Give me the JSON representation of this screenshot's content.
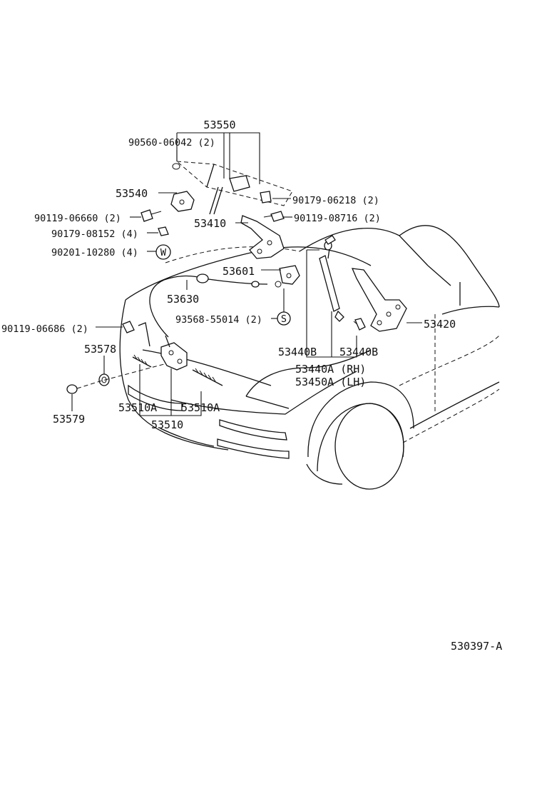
{
  "diagram_id": "530397-A",
  "labels": {
    "p53550": "53550",
    "p90560": "90560-06042 (2)",
    "p53540": "53540",
    "p90179_06218": "90179-06218 (2)",
    "p90119_06660": "90119-06660 (2)",
    "p90119_08716": "90119-08716 (2)",
    "p53410": "53410",
    "p90179_08152": "90179-08152 (4)",
    "p90201": "90201-10280 (4)",
    "w_symbol": "W",
    "p53601": "53601",
    "p53630": "53630",
    "p93568": "93568-55014 (2)",
    "s_symbol": "S",
    "p90119_06686": "90119-06686 (2)",
    "p53420": "53420",
    "p53578": "53578",
    "p53440b_1": "53440B",
    "p53440b_2": "53440B",
    "p53440a": "53440A (RH)",
    "p53450a": "53450A (LH)",
    "p53579": "53579",
    "p53510a_1": "53510A",
    "p53510a_2": "53510A",
    "p53510": "53510"
  }
}
